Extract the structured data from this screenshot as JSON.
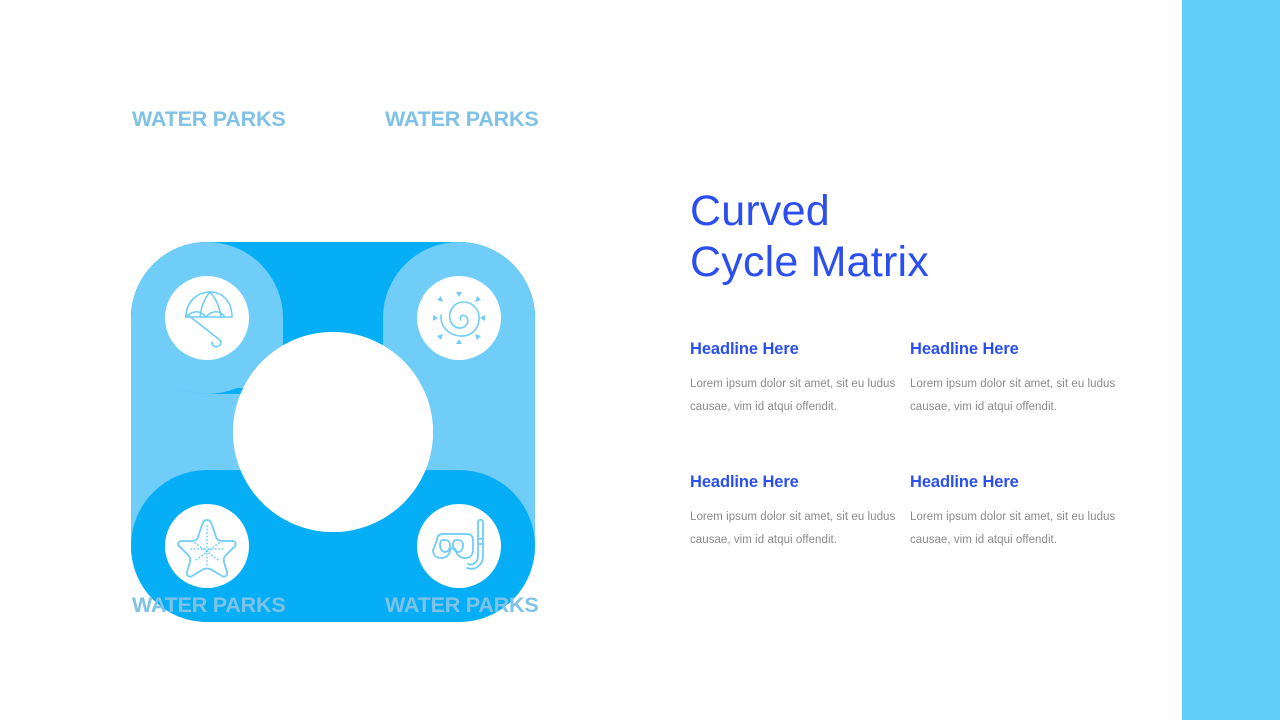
{
  "theme": {
    "accent_light": "#62CFFB",
    "accent_bright": "#00AEEF",
    "node_light": "#6FCDF8",
    "node_bright": "#06AEF5",
    "title_blue": "#2B4FEF",
    "label_blue": "#7FC2E6",
    "body_gray": "#8A8A8A",
    "page_bg": "#FFFFFF"
  },
  "diagram": {
    "type": "curved-cycle-matrix",
    "node_count": 4,
    "nodes": [
      {
        "position": "top-left",
        "label": "WATER PARKS",
        "icon": "beach-umbrella-icon",
        "fill": "#6FCDF8"
      },
      {
        "position": "top-right",
        "label": "WATER PARKS",
        "icon": "spiral-sun-icon",
        "fill": "#06AEF5"
      },
      {
        "position": "bottom-left",
        "label": "WATER PARKS",
        "icon": "starfish-icon",
        "fill": "#06AEF5"
      },
      {
        "position": "bottom-right",
        "label": "WATER PARKS",
        "icon": "snorkel-mask-icon",
        "fill": "#6FCDF8"
      }
    ]
  },
  "content": {
    "title": "Curved\nCycle  Matrix",
    "cards": [
      {
        "heading": "Headline Here",
        "body": "Lorem ipsum dolor sit amet, sit eu ludus causae, vim id atqui offendit."
      },
      {
        "heading": "Headline Here",
        "body": "Lorem ipsum dolor sit amet, sit eu ludus causae, vim id atqui offendit."
      },
      {
        "heading": "Headline Here",
        "body": "Lorem ipsum dolor sit amet, sit eu ludus causae, vim id atqui offendit."
      },
      {
        "heading": "Headline Here",
        "body": "Lorem ipsum dolor sit amet, sit eu ludus causae, vim id atqui offendit."
      }
    ]
  }
}
